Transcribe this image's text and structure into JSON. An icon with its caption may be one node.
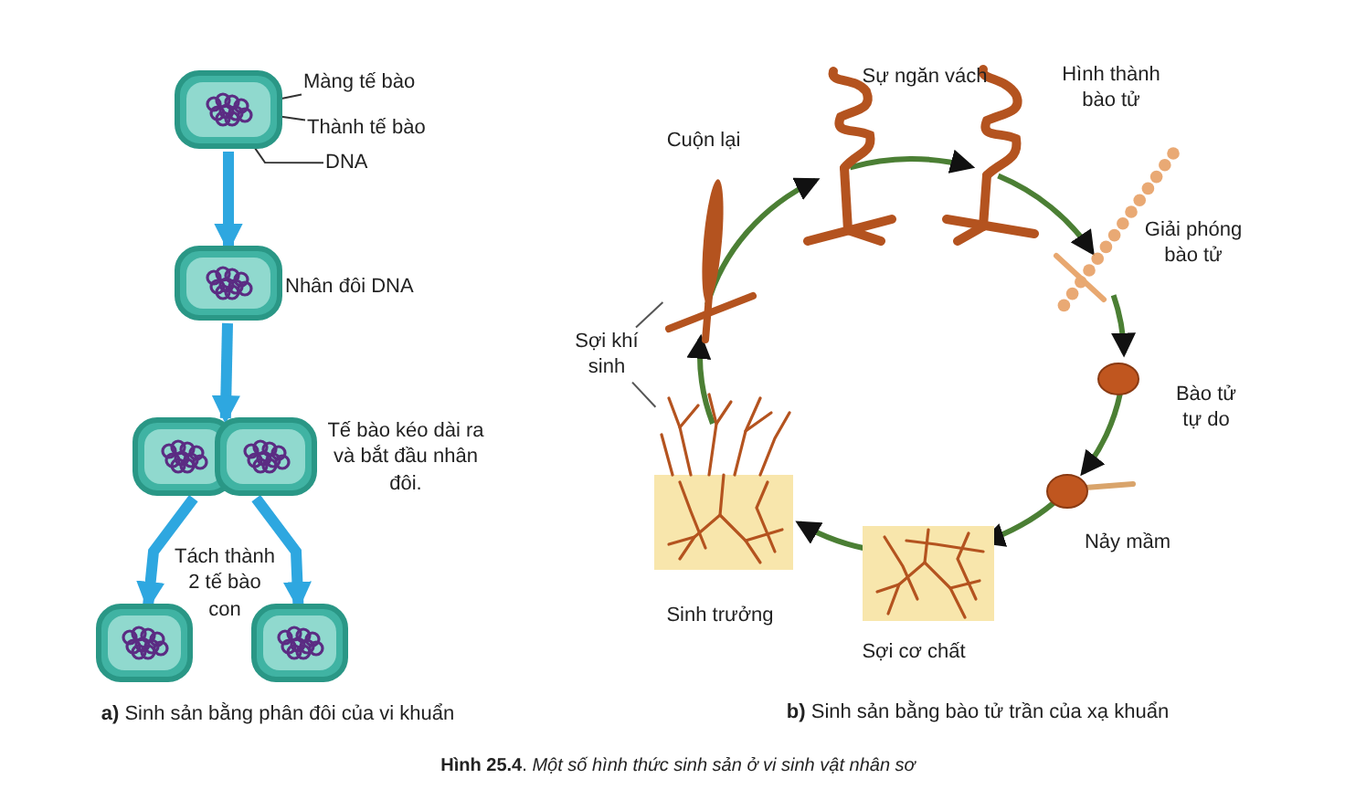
{
  "diagram": {
    "caption": "**Hình 25.4**. *Một số hình thức sinh sản ở vi sinh vật nhân sơ*",
    "nodes": [
      {
        "text": [],
        "shape": "picture"
      },
      {
        "text": [
          "Màng tế bào"
        ]
      },
      {
        "text": [
          "Thành tế bào"
        ]
      },
      {
        "text": [
          "DNA"
        ]
      },
      {
        "text": [],
        "shape": "picture",
        "beside": [
          "Nhân đôi DNA"
        ]
      },
      {
        "text": [],
        "shape": "picture",
        "beside": [
          "Tế bào kéo dài ra và bắt đầu nhân đôi."
        ]
      },
      {
        "text": [],
        "shape": "picture"
      },
      {
        "text": [],
        "shape": "picture"
      },
      {
        "text": [],
        "shape": "picture",
        "beside": [
          "Cuộn lại"
        ]
      },
      {
        "text": [],
        "shape": "picture",
        "beside": [
          "Sự ngăn vách"
        ]
      },
      {
        "text": [],
        "shape": "picture",
        "beside": [
          "Hình thành bào tử"
        ]
      },
      {
        "text": [],
        "shape": "picture",
        "beside": [
          "Giải phóng bào tử"
        ]
      },
      {
        "text": [],
        "shape": "circle",
        "beside": [
          "Bào tử tự do"
        ]
      },
      {
        "text": [],
        "shape": "picture",
        "beside": [
          "Nảy mầm"
        ]
      },
      {
        "text": [],
        "shape": "picture",
        "beside": [
          "Sợi cơ chất"
        ]
      },
      {
        "text": [],
        "shape": "picture",
        "beside": [
          "Sinh trưởng"
        ]
      },
      {
        "text": [
          "Sợi khí sinh"
        ]
      }
    ],
    "edges": [
      {
        "from": 1,
        "to": 0,
        "arrow": "none",
        "color": "#333333"
      },
      {
        "from": 2,
        "to": 0,
        "arrow": "none",
        "color": "#333333"
      },
      {
        "from": 3,
        "to": 0,
        "arrow": "none",
        "color": "#333333"
      },
      {
        "from": 0,
        "to": 4,
        "arrow": "to",
        "style": "thick",
        "color": "#2ea7e0"
      },
      {
        "from": 4,
        "to": 5,
        "arrow": "to",
        "style": "thick",
        "color": "#2ea7e0"
      },
      {
        "from": 5,
        "to": 6,
        "arrow": "to",
        "style": "thick",
        "color": "#2ea7e0"
      },
      {
        "from": 5,
        "to": 7,
        "arrow": "to",
        "style": "thick",
        "color": "#2ea7e0"
      },
      {
        "from": 15,
        "to": 8,
        "arrow": "to"
      },
      {
        "from": 8,
        "to": 9,
        "arrow": "to"
      },
      {
        "from": 9,
        "to": 10,
        "arrow": "to"
      },
      {
        "from": 10,
        "to": 11,
        "arrow": "to"
      },
      {
        "from": 11,
        "to": 12,
        "arrow": "to"
      },
      {
        "from": 12,
        "to": 13,
        "arrow": "to"
      },
      {
        "from": 13,
        "to": 14,
        "arrow": "to"
      },
      {
        "from": 14,
        "to": 15,
        "arrow": "to"
      },
      {
        "from": 16,
        "to": 8,
        "arrow": "none",
        "color": "#555555"
      },
      {
        "from": 16,
        "to": 15,
        "arrow": "none",
        "color": "#555555"
      }
    ],
    "labels": [
      "Tách thành 2 tế bào con",
      "**a)** Sinh sản bằng phân đôi của vi khuẩn",
      "**b)** Sinh sản bằng bào tử trần của xạ khuẩn"
    ]
  }
}
